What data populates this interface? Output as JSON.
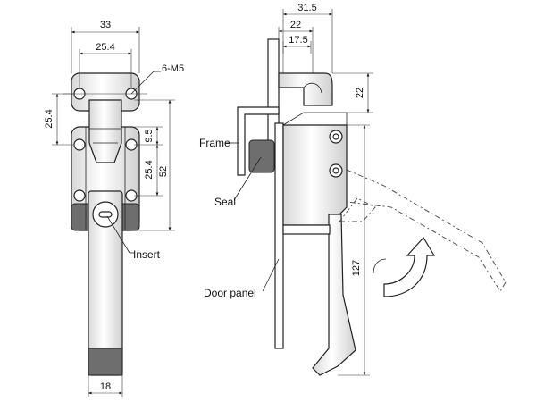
{
  "dimensions": {
    "front_top_width": "33",
    "front_inner_width": "25.4",
    "front_left_vertical": "25.4",
    "front_v1": "9.5",
    "front_v2": "25.4",
    "front_v3": "52",
    "front_bottom_width": "18",
    "side_top_width": "31.5",
    "side_mid_width": "22",
    "side_small_width": "17.5",
    "side_right_vertical": "22",
    "side_right_long": "127"
  },
  "callouts": {
    "screws": "6-M5",
    "insert": "Insert",
    "frame": "Frame",
    "seal": "Seal",
    "door_panel": "Door panel"
  }
}
